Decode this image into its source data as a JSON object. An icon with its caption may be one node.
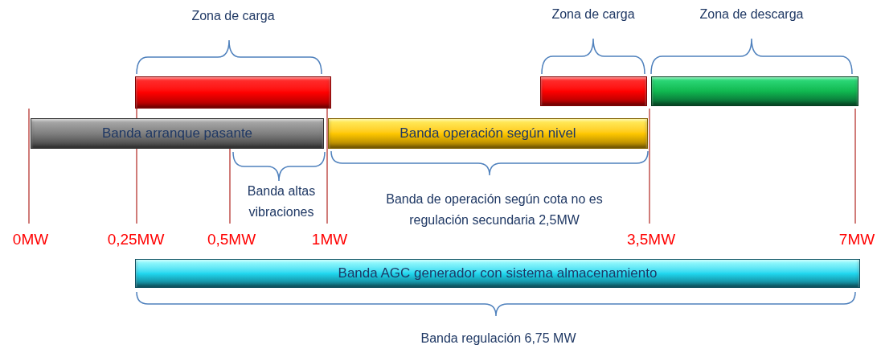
{
  "diagram": {
    "nodes": [
      {
        "text": [],
        "shape": "bar"
      },
      {
        "text": [],
        "shape": "bar"
      },
      {
        "text": [],
        "shape": "bar"
      },
      {
        "text": [
          "Banda arranque pasante"
        ]
      },
      {
        "text": [
          "Banda operación según nivel"
        ]
      },
      {
        "text": [
          "Banda AGC generador con sistema almacenamiento"
        ]
      }
    ],
    "labels": [
      "Zona de carga",
      "Zona de carga",
      "Zona de descarga",
      "Banda altas vibraciones",
      "Banda de operación según cota no es regulación secundaria 2,5MW",
      "0MW",
      "0,25MW",
      "0,5MW",
      "1MW",
      "3,5MW",
      "7MW",
      "Banda regulación 6,75 MW"
    ]
  }
}
